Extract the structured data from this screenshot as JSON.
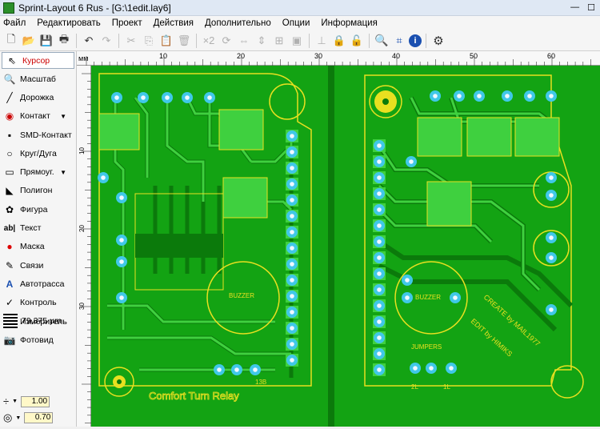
{
  "window": {
    "title": "Sprint-Layout 6 Rus - [G:\\1edit.lay6]"
  },
  "menu": [
    "Файл",
    "Редактировать",
    "Проект",
    "Действия",
    "Дополнительно",
    "Опции",
    "Информация"
  ],
  "toolbar": {
    "rotate_label": "×2"
  },
  "tools": [
    {
      "label": "Курсор",
      "icon": "cursor-icon"
    },
    {
      "label": "Масштаб",
      "icon": "zoom-icon"
    },
    {
      "label": "Дорожка",
      "icon": "track-icon"
    },
    {
      "label": "Контакт",
      "icon": "pad-icon"
    },
    {
      "label": "SMD-Контакт",
      "icon": "smd-pad-icon"
    },
    {
      "label": "Круг/Дуга",
      "icon": "circle-icon"
    },
    {
      "label": "Прямоуг.",
      "icon": "rectangle-icon"
    },
    {
      "label": "Полигон",
      "icon": "polygon-icon"
    },
    {
      "label": "Фигура",
      "icon": "figure-icon"
    },
    {
      "label": "Текст",
      "icon": "text-icon"
    },
    {
      "label": "Маска",
      "icon": "mask-icon"
    },
    {
      "label": "Связи",
      "icon": "connections-icon"
    },
    {
      "label": "Автотрасса",
      "icon": "autoroute-icon"
    },
    {
      "label": "Контроль",
      "icon": "check-icon"
    },
    {
      "label": "Измеритель",
      "icon": "measure-icon"
    },
    {
      "label": "Фотовид",
      "icon": "photoview-icon"
    }
  ],
  "grid": {
    "value": "79,375 µm"
  },
  "track_width": "1.00",
  "pad_size": "0.70",
  "ruler": {
    "unit": "мм",
    "top_ticks": [
      "10",
      "20",
      "30",
      "40",
      "50",
      "60"
    ],
    "left_ticks": [
      "10",
      "20",
      "30"
    ]
  },
  "pcb": {
    "left_board_text": "Comfort Turn Relay",
    "left_buzzer_text": "BUZZER",
    "left_small_text": "13B",
    "right_buzzer_text": "BUZZER",
    "right_create_text": "CREATE by MAIL1977",
    "right_edit_text": "EDIT by HIMIKS",
    "jumpers_text": "JUMPERS",
    "jumper_2l": "2L",
    "jumper_1l": "1L"
  },
  "colors": {
    "board": "#0b7a0b",
    "copper": "#3fd03f",
    "silk": "#e8e020",
    "pad": "#40c8e8"
  }
}
